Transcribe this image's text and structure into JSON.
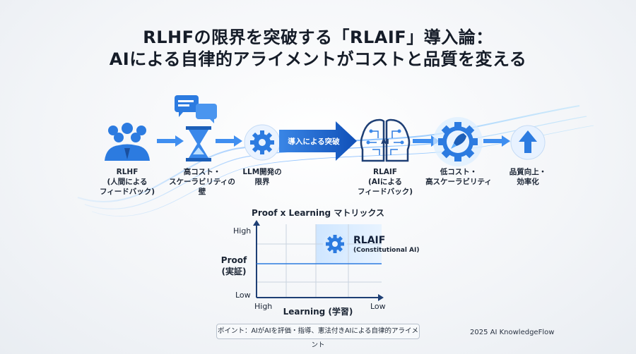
{
  "title": {
    "line1": "RLHFの限界を突破する「RLAIF」導入論：",
    "line2": "AIによる自律的アライメントがコストと品質を変える"
  },
  "flow": {
    "nodes": [
      {
        "label": "RLHF\n(人間による\nフィードバック)",
        "icon": "people-group-icon"
      },
      {
        "label": "高コスト・\nスケーラビリティの\n壁",
        "icon": "hourglass-chat-icon"
      },
      {
        "label": "LLM開発の\n限界",
        "icon": "gear-icon"
      },
      {
        "label": "RLAIF\n(AIによる\nフィードバック)",
        "icon": "ai-heads-icon"
      },
      {
        "label": "低コスト・\n高スケーラビリティ",
        "icon": "rocket-gear-icon"
      },
      {
        "label": "品質向上・\n効率化",
        "icon": "up-arrow-icon"
      }
    ],
    "breakthrough_label": "導入による突破"
  },
  "matrix": {
    "title": "Proof x Learning マトリックス",
    "y_axis": {
      "label": "Proof\n(実証)",
      "high": "High",
      "low": "Low"
    },
    "x_axis": {
      "label": "Learning (学習)",
      "left": "High",
      "right": "Low"
    },
    "highlight": {
      "title": "RLAIF",
      "subtitle": "(Constitutional AI)",
      "icon": "gear-icon"
    }
  },
  "point_note": "ポイント：AIがAIを評価・指導、憲法付きAIによる自律的アライメント",
  "credit": "2025 AI KnowledgeFlow",
  "colors": {
    "accent": "#1f6fd1",
    "glow": "#5fb6ff",
    "dark": "#151c28"
  }
}
